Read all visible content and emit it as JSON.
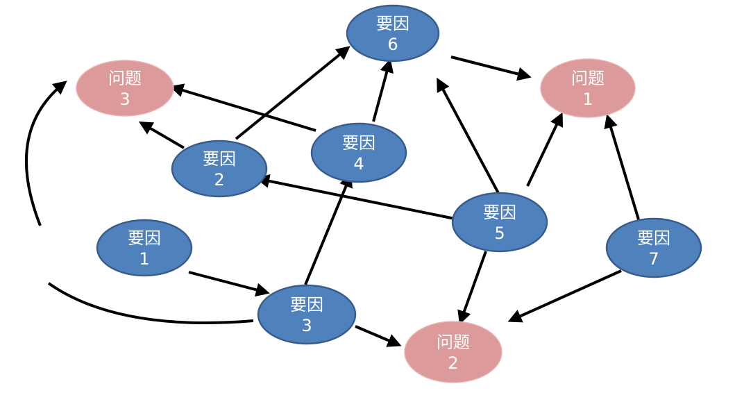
{
  "nodes": {
    "f1": {
      "title": "要因",
      "num": "1",
      "kind": "factor"
    },
    "f2": {
      "title": "要因",
      "num": "2",
      "kind": "factor"
    },
    "f3": {
      "title": "要因",
      "num": "3",
      "kind": "factor"
    },
    "f4": {
      "title": "要因",
      "num": "4",
      "kind": "factor"
    },
    "f5": {
      "title": "要因",
      "num": "5",
      "kind": "factor"
    },
    "f6": {
      "title": "要因",
      "num": "6",
      "kind": "factor"
    },
    "f7": {
      "title": "要因",
      "num": "7",
      "kind": "factor"
    },
    "p1": {
      "title": "问题",
      "num": "1",
      "kind": "problem"
    },
    "p2": {
      "title": "问题",
      "num": "2",
      "kind": "problem"
    },
    "p3": {
      "title": "问题",
      "num": "3",
      "kind": "problem"
    }
  },
  "edges": [
    {
      "from": "f6",
      "to": "p1"
    },
    {
      "from": "f2",
      "to": "p3"
    },
    {
      "from": "f4",
      "to": "p3"
    },
    {
      "from": "f2",
      "to": "f6"
    },
    {
      "from": "f4",
      "to": "f6"
    },
    {
      "from": "f5",
      "to": "f6"
    },
    {
      "from": "f5",
      "to": "p1"
    },
    {
      "from": "f5",
      "to": "f2"
    },
    {
      "from": "f7",
      "to": "p1"
    },
    {
      "from": "f1",
      "to": "f3"
    },
    {
      "from": "f3",
      "to": "f4"
    },
    {
      "from": "f5",
      "to": "p2"
    },
    {
      "from": "f7",
      "to": "p2"
    },
    {
      "from": "f3",
      "to": "p2"
    },
    {
      "from": "f3",
      "to": "p3",
      "curved": true
    }
  ],
  "colors": {
    "factor": "#4f81bd",
    "problem": "#dc9a9a",
    "edge": "#000000"
  }
}
